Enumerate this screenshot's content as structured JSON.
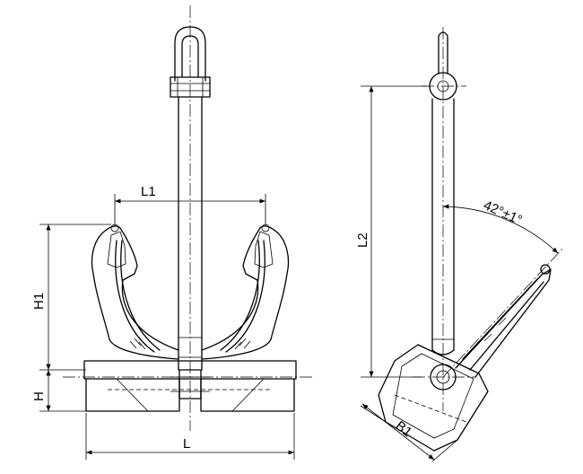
{
  "front_view": {
    "labels": {
      "l1": "L1",
      "h1": "H1",
      "h": "H",
      "l": "L"
    }
  },
  "side_view": {
    "labels": {
      "l2": "L2",
      "angle": "42°±1°",
      "b1": "B1"
    }
  }
}
